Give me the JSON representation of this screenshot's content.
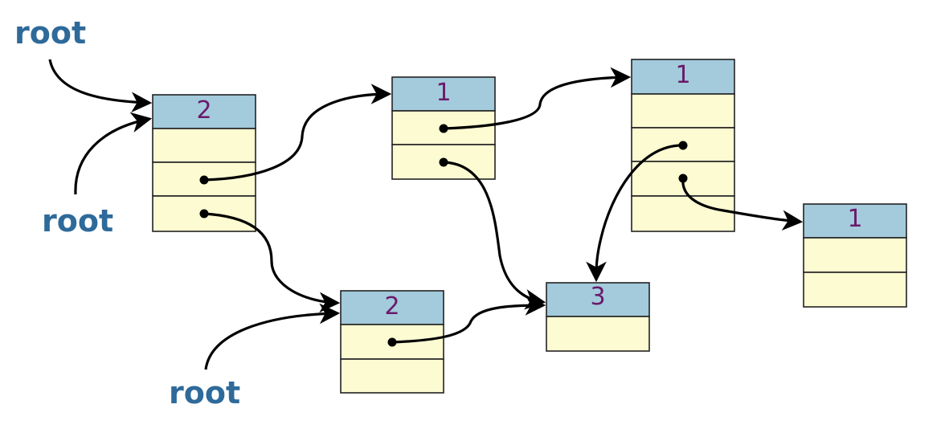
{
  "colors": {
    "header_fill": "#a3cbdc",
    "cell_fill": "#fdfbd2",
    "root_label": "#2e6a9a",
    "count_text": "#6a1a6a",
    "arrow": "#000000"
  },
  "root_labels": [
    "root",
    "root",
    "root"
  ],
  "nodes": [
    {
      "id": "n1",
      "count": "2",
      "fields": 3
    },
    {
      "id": "n2",
      "count": "1",
      "fields": 2
    },
    {
      "id": "n3",
      "count": "1",
      "fields": 4
    },
    {
      "id": "n4",
      "count": "2",
      "fields": 2
    },
    {
      "id": "n5",
      "count": "3",
      "fields": 1
    },
    {
      "id": "n6",
      "count": "1",
      "fields": 2
    }
  ]
}
